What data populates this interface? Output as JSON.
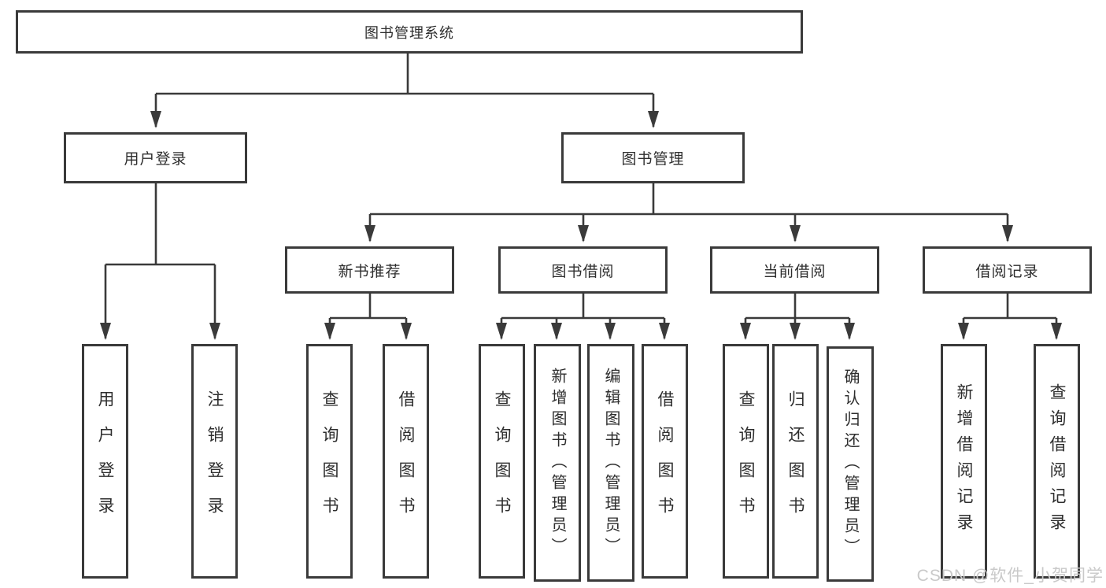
{
  "colors": {
    "line": "#3a3a3a",
    "text": "#2e2e2e",
    "background": "#ffffff",
    "watermark": "#c9c9c9"
  },
  "root": {
    "label": "图书管理系统"
  },
  "branches": [
    {
      "label": "用户登录",
      "children": [
        "用户登录",
        "注销登录"
      ]
    },
    {
      "label": "图书管理",
      "children": [
        {
          "label": "新书推荐",
          "children": [
            "查询图书",
            "借阅图书"
          ]
        },
        {
          "label": "图书借阅",
          "children": [
            "查询图书",
            "新增图书（管理员）",
            "编辑图书（管理员）",
            "借阅图书"
          ]
        },
        {
          "label": "当前借阅",
          "children": [
            "查询图书",
            "归还图书",
            "确认归还（管理员）"
          ]
        },
        {
          "label": "借阅记录",
          "children": [
            "新增借阅记录",
            "查询借阅记录"
          ]
        }
      ]
    }
  ],
  "watermark": {
    "text": "CSDN @软件_小贺同学"
  }
}
